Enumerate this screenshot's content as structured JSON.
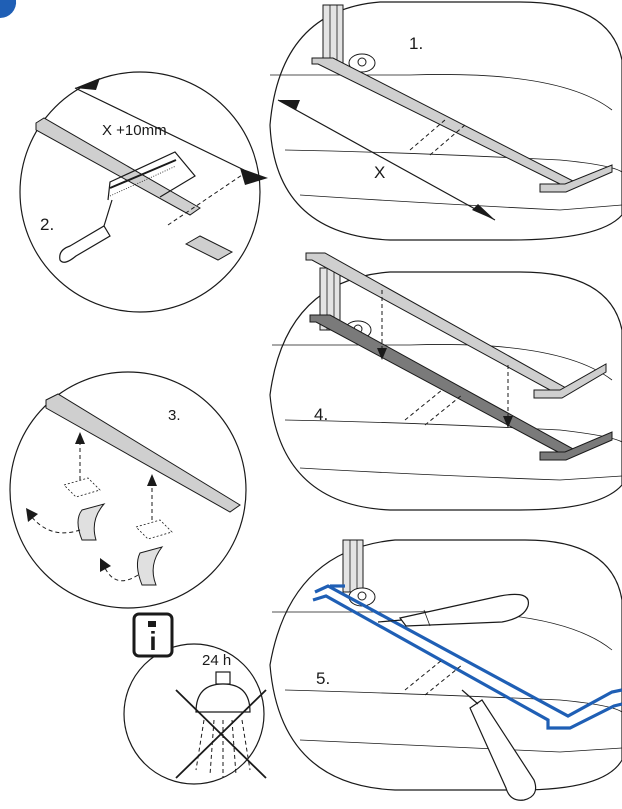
{
  "steps": {
    "step1": {
      "number": "1.",
      "dimension_label": "X"
    },
    "step2": {
      "number": "2.",
      "cut_label": "X +10mm"
    },
    "step3": {
      "number": "3."
    },
    "step4": {
      "number": "4."
    },
    "step5": {
      "number": "5."
    }
  },
  "info": {
    "icon_letter": "i",
    "cure_time": "24 h"
  },
  "colors": {
    "line": "#1a1a1a",
    "rail": "#cfcfcf",
    "rail_dark": "#7a7a7a",
    "sealant_blue": "#1f5fb5",
    "corner_badge": "#1f5fb5"
  },
  "icons": [
    "hacksaw-icon",
    "shower-head-icon",
    "caulking-gun-icon",
    "info-icon",
    "peel-arrow-icon",
    "cross-out-icon"
  ]
}
